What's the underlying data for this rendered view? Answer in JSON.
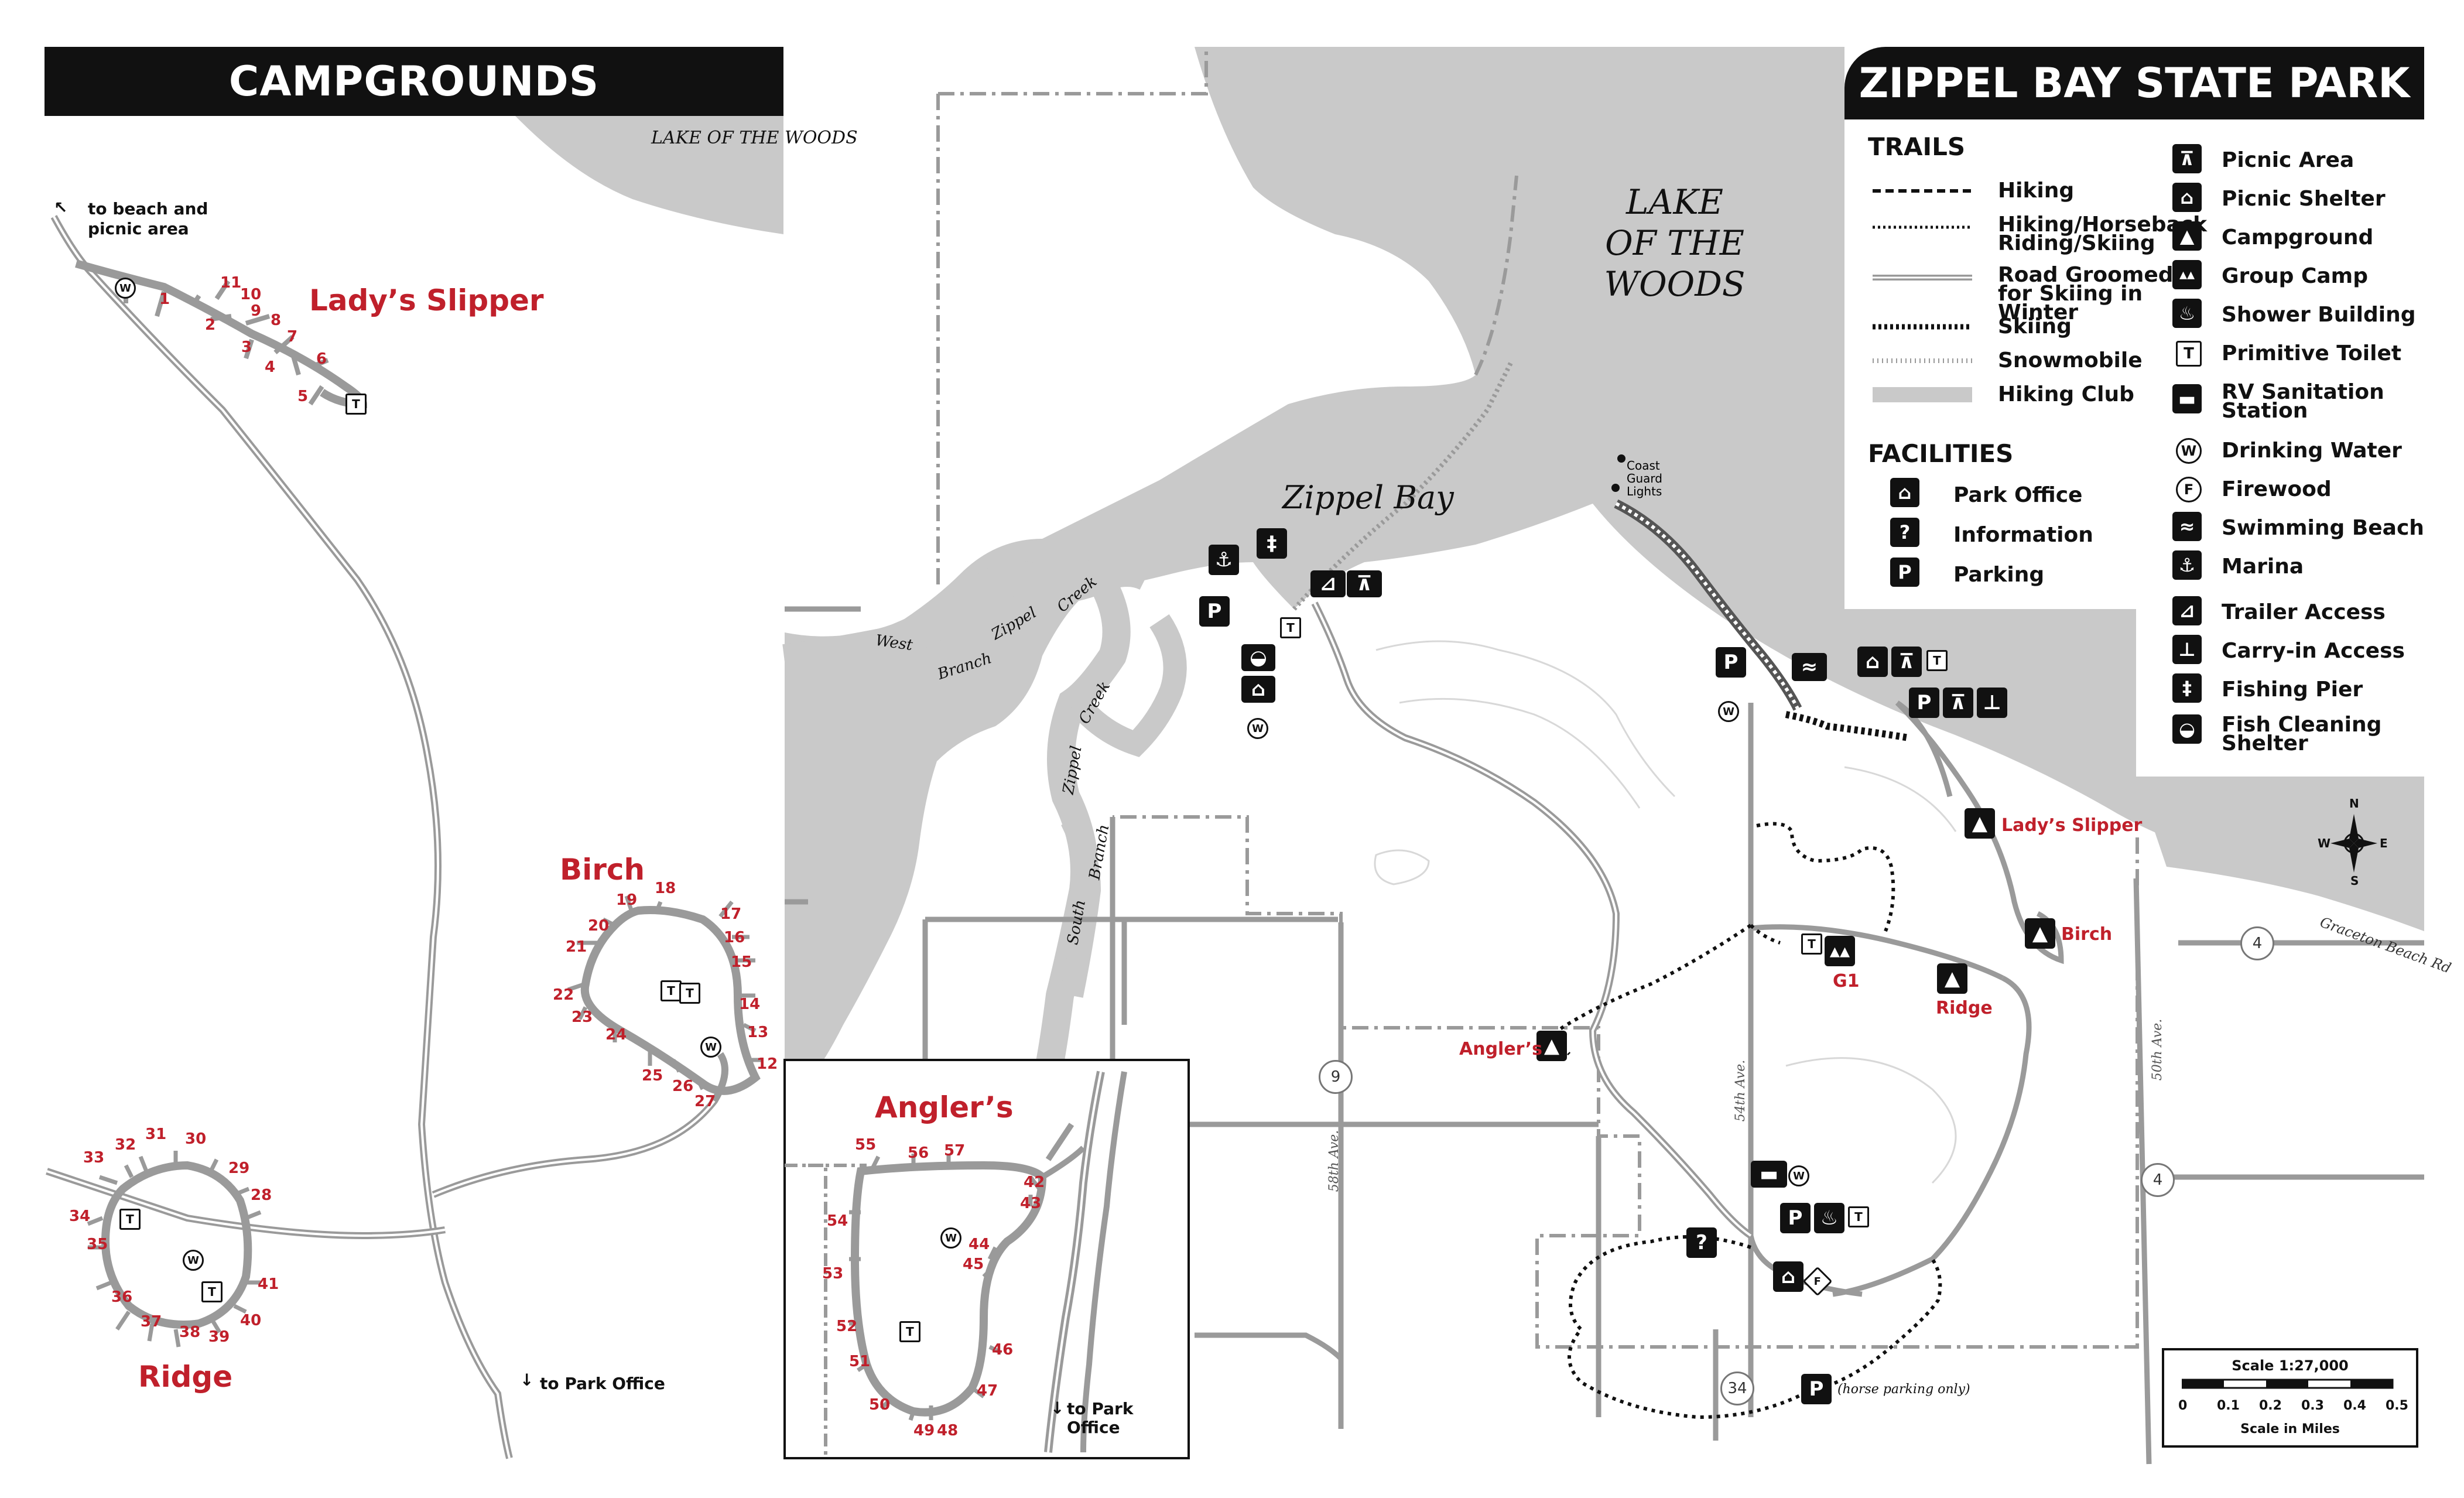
{
  "title": "ZIPPEL BAY STATE PARK",
  "campgrounds_title": "CAMPGROUNDS",
  "lake_inset": "LAKE OF THE WOODS",
  "lake_main": [
    "LAKE",
    "OF THE",
    "WOODS"
  ],
  "bay_label": "Zippel Bay",
  "creeks": {
    "west_branch": "West",
    "branch": "Branch",
    "zippel_creek": "Zippel",
    "creek": "Creek",
    "creek2": "Creek",
    "zippel2": "Zippel",
    "south": "South",
    "branch2": "Branch"
  },
  "coast_guard": "Coast Guard Lights",
  "roads": {
    "r4a": "4",
    "r4b": "4",
    "r9": "9",
    "r34": "34",
    "graceton": "Graceton Beach Rd",
    "ave58": "58th Ave.",
    "ave54": "54th Ave.",
    "ave50": "50th Ave."
  },
  "campground_labels": {
    "ladys_slipper": "Lady’s Slipper",
    "birch": "Birch",
    "ridge": "Ridge",
    "anglers": "Angler’s",
    "g1": "G1"
  },
  "inset_notes": {
    "to_beach": "to beach and picnic area",
    "to_park_office": "to Park Office",
    "to_park_office_angler": "to Park Office",
    "horse_parking": "(horse parking only)"
  },
  "legend": {
    "trails_heading": "TRAILS",
    "trails": [
      {
        "label": "Hiking",
        "style": "dashed"
      },
      {
        "label": "Hiking/Horseback Riding/Skiing",
        "style": "dotted"
      },
      {
        "label": "Road Groomed for Skiing in Winter",
        "style": "double"
      },
      {
        "label": "Skiing",
        "style": "heavy-dotted"
      },
      {
        "label": "Snowmobile",
        "style": "ticks"
      },
      {
        "label": "Hiking Club",
        "style": "band"
      }
    ],
    "facilities_heading": "FACILITIES",
    "facilities": [
      {
        "label": "Park Office",
        "icon": "park-office-icon",
        "glyph": "⌂"
      },
      {
        "label": "Information",
        "icon": "information-icon",
        "glyph": "?"
      },
      {
        "label": "Parking",
        "icon": "parking-icon",
        "glyph": "P"
      }
    ],
    "symbols": [
      {
        "label": "Picnic Area",
        "icon": "picnic-area-icon",
        "glyph": "⊼"
      },
      {
        "label": "Picnic Shelter",
        "icon": "picnic-shelter-icon",
        "glyph": "⌂"
      },
      {
        "label": "Campground",
        "icon": "campground-icon",
        "glyph": "▲"
      },
      {
        "label": "Group Camp",
        "icon": "group-camp-icon",
        "glyph": "▴▴"
      },
      {
        "label": "Shower Building",
        "icon": "shower-building-icon",
        "glyph": "♨"
      },
      {
        "label": "Primitive Toilet",
        "icon": "primitive-toilet-icon",
        "glyph": "T"
      },
      {
        "label": "RV Sanitation Station",
        "icon": "rv-sanitation-icon",
        "glyph": "▬"
      },
      {
        "label": "Drinking Water",
        "icon": "drinking-water-icon",
        "glyph": "W"
      },
      {
        "label": "Firewood",
        "icon": "firewood-icon",
        "glyph": "F"
      },
      {
        "label": "Swimming Beach",
        "icon": "swimming-beach-icon",
        "glyph": "≈"
      },
      {
        "label": "Marina",
        "icon": "marina-icon",
        "glyph": "⚓"
      },
      {
        "label": "Trailer Access",
        "icon": "trailer-access-icon",
        "glyph": "⊿"
      },
      {
        "label": "Carry-in Access",
        "icon": "carry-in-access-icon",
        "glyph": "⊥"
      },
      {
        "label": "Fishing Pier",
        "icon": "fishing-pier-icon",
        "glyph": "‡"
      },
      {
        "label": "Fish Cleaning Shelter",
        "icon": "fish-cleaning-icon",
        "glyph": "◒"
      }
    ]
  },
  "compass": {
    "n": "N",
    "s": "S",
    "e": "E",
    "w": "W"
  },
  "scale": {
    "ratio": "Scale 1:27,000",
    "ticks": [
      "0",
      "0.1",
      "0.2",
      "0.3",
      "0.4",
      "0.5"
    ],
    "units": "Scale in Miles"
  },
  "sites": {
    "ladys_slipper": [
      "1",
      "2",
      "3",
      "4",
      "5",
      "6",
      "7",
      "8",
      "9",
      "10",
      "11"
    ],
    "birch": [
      "12",
      "13",
      "14",
      "15",
      "16",
      "17",
      "18",
      "19",
      "20",
      "21",
      "22",
      "23",
      "24",
      "25",
      "26",
      "27"
    ],
    "ridge": [
      "28",
      "29",
      "30",
      "31",
      "32",
      "33",
      "34",
      "35",
      "36",
      "37",
      "38",
      "39",
      "40",
      "41"
    ],
    "anglers": [
      "42",
      "43",
      "44",
      "45",
      "46",
      "47",
      "48",
      "49",
      "50",
      "51",
      "52",
      "53",
      "54",
      "55",
      "56",
      "57"
    ]
  },
  "colors": {
    "water": "#c9c9c9",
    "road": "#9a9a9a",
    "campground_red": "#c0202b",
    "ink": "#111111"
  }
}
